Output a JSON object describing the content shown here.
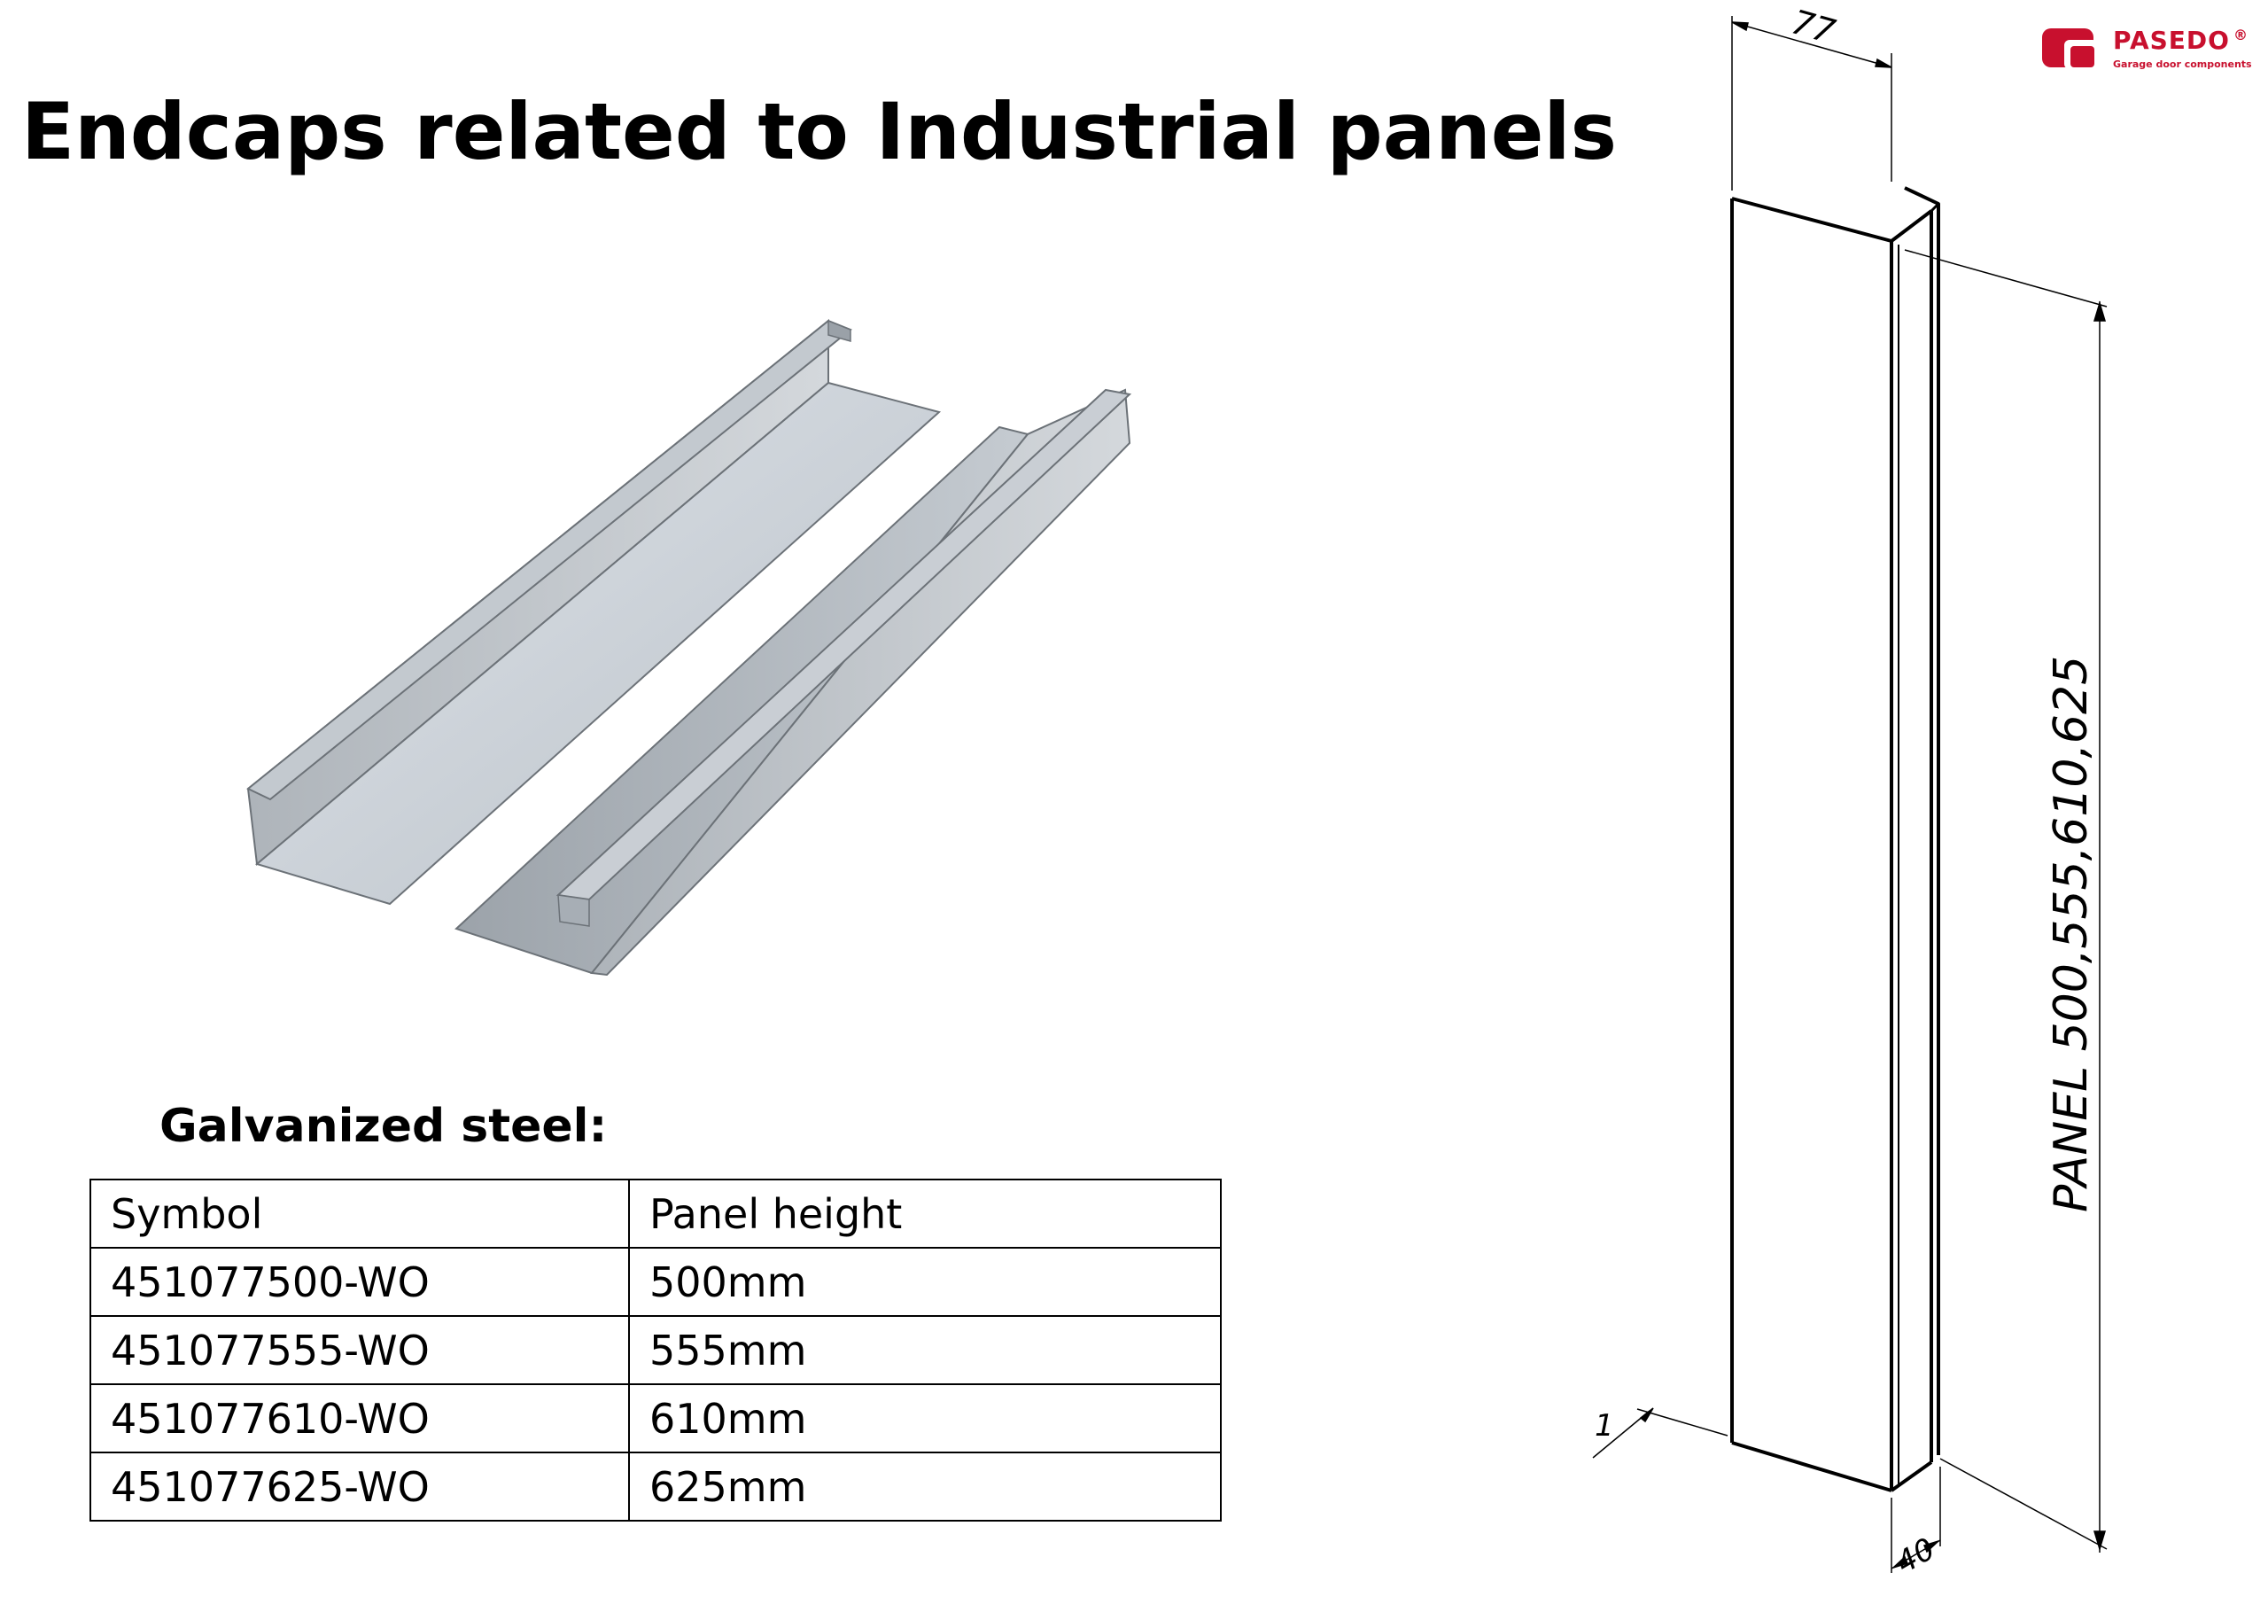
{
  "page": {
    "title": "Endcaps related to Industrial panels"
  },
  "brand": {
    "name": "PASEDO",
    "registered_mark": "®",
    "tagline": "Garage door components",
    "color": "#c8102e"
  },
  "material": {
    "label": "Galvanized steel:"
  },
  "table": {
    "headers": [
      "Symbol",
      "Panel height"
    ],
    "rows": [
      [
        "451077500-WO",
        "500mm"
      ],
      [
        "451077555-WO",
        "555mm"
      ],
      [
        "451077610-WO",
        "610mm"
      ],
      [
        "451077625-WO",
        "625mm"
      ]
    ]
  },
  "drawing": {
    "dim_top": "77",
    "dim_bottom": "40",
    "dim_thickness": "1",
    "dim_height_label": "PANEL 500,555,610,625"
  }
}
